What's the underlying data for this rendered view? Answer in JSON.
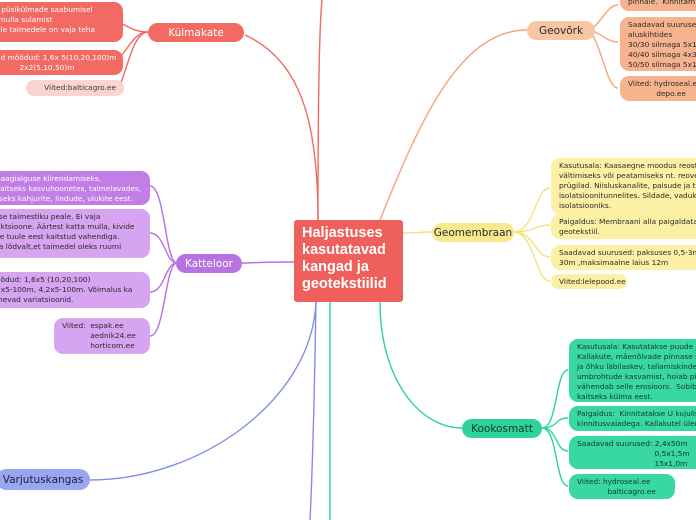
{
  "central": {
    "label": "Haljastuses kasutatavad kangad ja geotekstiilid"
  },
  "branches": {
    "kylmakate": {
      "label": "Külmakate",
      "leaves": [
        "t püsikülmade saabumisel\n mulla sulamist\nele taimedele on vaja teha",
        "ad mõõdud: 1,6x 5(10,20,100)m\n          2x2(5,10,50)m",
        "Viited:balticagro.ee"
      ]
    },
    "katteloor": {
      "label": "Katteloor",
      "leaves": [
        "Saagialguse kiirendamiseks,\nkaitseks kasvuhoonetes, taimelavades,\ntseks kahjurite, lindude, ulukite eest.",
        "tse taimestiku peale. Ei vaja\nuktsioone. Äärtest katta mulla, kivide\nse tuule eest kaitstud vahendiga.\nta lõdvalt,et taimedel oleks ruumi",
        "õõdud: 1,6x5 (10,20,100)\n2x5-100m, 4,2x5-100m. Võimalus ka\ninevad variatsioonid.",
        "Viited:  espak.ee\n            aednik24.ee\n            horticom.ee"
      ]
    },
    "varjutuskangas": {
      "label": "Varjutuskangas"
    },
    "geovork": {
      "label": "Geovõrk",
      "leaves": [
        "pinnale.  Kinnitam",
        "Saadavad suurused:\naluskihtides\n30/30 silmaga 5x10\n40/40 silmaga 4x30\n50/50 silmaga 5x10",
        "Viited: hydroseal.ee\n            depo.ee"
      ]
    },
    "geomembraan": {
      "label": "Geomembraan",
      "leaves": [
        "Kasutusala: Kaasaegne moodus reostus\nvältimiseks või peatamiseks nt. reoveeh\nprügilad. Niisluskanalite, paisude ja tar\nisolatsioonitunnelites. Sildade, vaduktid\nisolatsiooniks.",
        "Paigaldus: Membraani alla paigaldata\ngeotekstiil.",
        "Saadavad suurused: paksuses 0,5-3mm\n30m ,maksimaalne laius 12m",
        "Viited:lelepood.ee"
      ]
    },
    "kookosmatt": {
      "label": "Kookosmatt",
      "leaves": [
        "Kasutusala: Kasutatakse puude ja\nKallakute, mäenõlvade pinnase su\nja õhku läbilaskev, tallamiskindel.\numbrohtude kasvamist, hoiab pin\nvähendab selle erosiooni.  Sobib\nkaitseks külma eest.",
        "Paigaldus:  Kinnitatakse U kujulis\nkinnitusvaiadega. Kallakutel ülem",
        "Saadavad suurused: 2,4x50m\n                                 0,5x1,5m\n                                 15x1,0m",
        "Viited: hydroseal.ee\n             balticagro.ee"
      ]
    }
  },
  "colors": {
    "red": "#f26a62",
    "orange": "#f7a27a",
    "yellow": "#f5e27a",
    "green": "#2ed39b",
    "purple": "#b771e0",
    "blue": "#7f8de8"
  }
}
